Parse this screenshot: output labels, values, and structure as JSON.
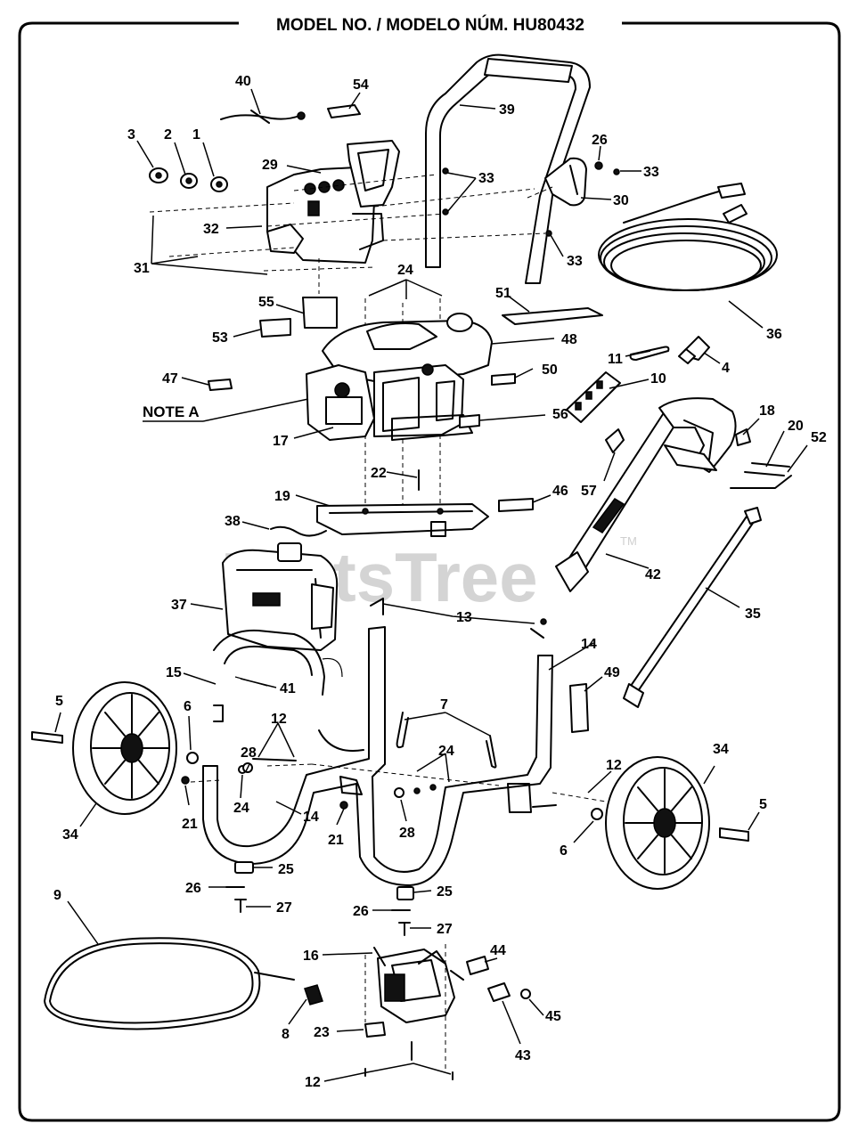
{
  "title": "MODEL NO. / MODELO NÚM. HU80432",
  "note_label": "NOTE A",
  "watermark": "PartsTree",
  "watermark_tm": "TM",
  "callouts": [
    "40",
    "54",
    "39",
    "3",
    "2",
    "1",
    "29",
    "26",
    "33",
    "33",
    "30",
    "32",
    "33",
    "31",
    "24",
    "55",
    "51",
    "36",
    "53",
    "48",
    "11",
    "4",
    "47",
    "50",
    "10",
    "17",
    "56",
    "18",
    "20",
    "52",
    "22",
    "57",
    "19",
    "46",
    "38",
    "42",
    "35",
    "37",
    "13",
    "14",
    "15",
    "41",
    "49",
    "5",
    "6",
    "28",
    "12",
    "7",
    "24",
    "34",
    "12",
    "21",
    "24",
    "14",
    "28",
    "21",
    "34",
    "5",
    "6",
    "25",
    "26",
    "27",
    "9",
    "25",
    "26",
    "27",
    "16",
    "44",
    "8",
    "23",
    "45",
    "43",
    "12"
  ]
}
